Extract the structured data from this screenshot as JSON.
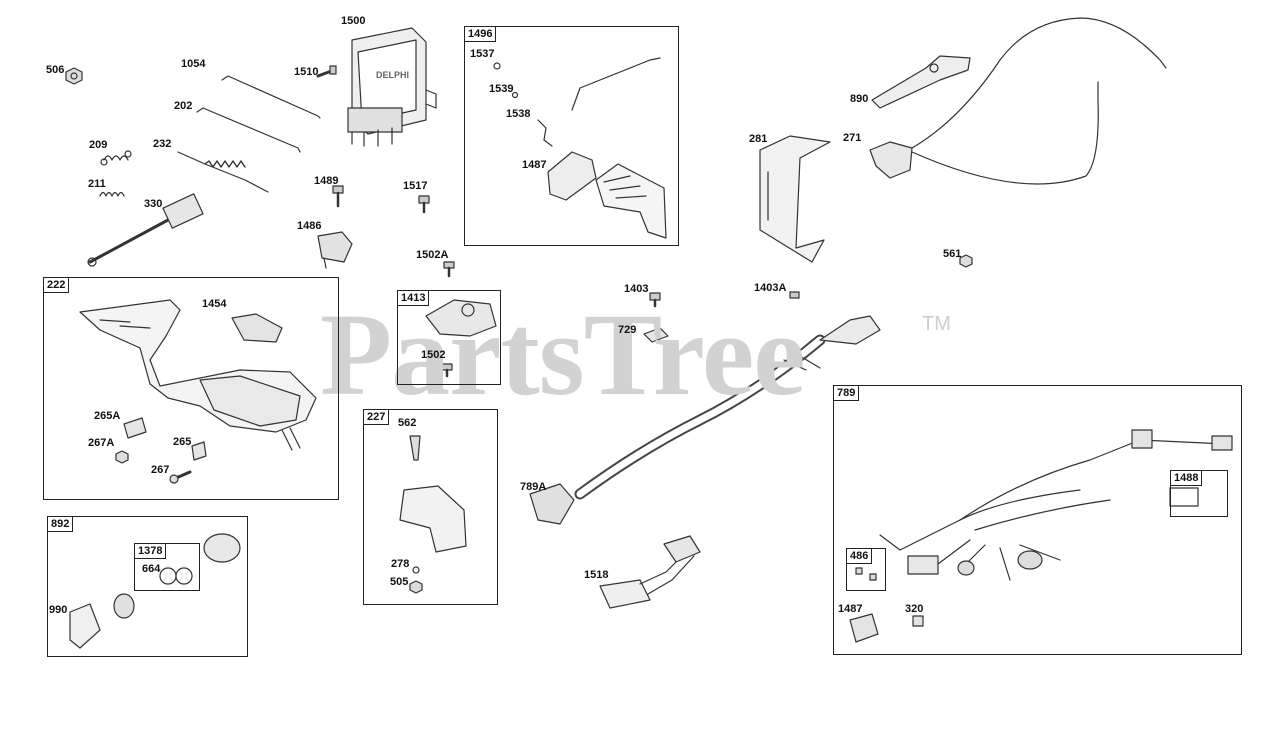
{
  "watermark": {
    "text": "PartsTree",
    "trademark": "TM"
  },
  "module_brand": "DELPHI",
  "boxes": {
    "b1496": "1496",
    "b222": "222",
    "b1413": "1413",
    "b227": "227",
    "b892": "892",
    "b1378": "1378",
    "b789": "789",
    "b486": "486",
    "b1488": "1488"
  },
  "labels": {
    "p506": "506",
    "p1054": "1054",
    "p1500": "1500",
    "p1510": "1510",
    "p202": "202",
    "p209": "209",
    "p232": "232",
    "p211": "211",
    "p330": "330",
    "p1489": "1489",
    "p1517": "1517",
    "p1486": "1486",
    "p1537": "1537",
    "p1539": "1539",
    "p1538": "1538",
    "p1487a": "1487",
    "p890": "890",
    "p281": "281",
    "p271": "271",
    "p561": "561",
    "p1502A": "1502A",
    "p1403": "1403",
    "p1403A": "1403A",
    "p729": "729",
    "p1454": "1454",
    "p1502": "1502",
    "p265A": "265A",
    "p267A": "267A",
    "p265": "265",
    "p267": "267",
    "p562": "562",
    "p278": "278",
    "p505": "505",
    "p789A": "789A",
    "p1518": "1518",
    "p664": "664",
    "p990": "990",
    "p1487b": "1487",
    "p320": "320"
  }
}
